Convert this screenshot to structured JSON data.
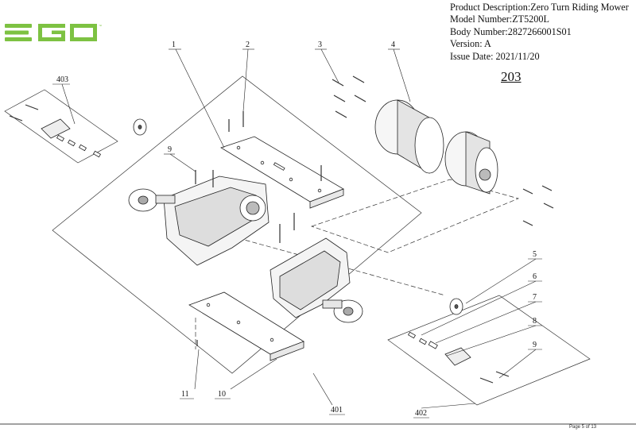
{
  "header": {
    "product_description": "Product Description:Zero Turn Riding Mower",
    "model_number": "Model Number:ZT5200L",
    "body_number": "Body Number:2827266001S01",
    "version": "Version: A",
    "issue_date": "Issue Date: 2021/11/20"
  },
  "brand": {
    "logo_text": "EGO",
    "color": "#7dc242"
  },
  "section_number": "203",
  "callouts": {
    "c1": "1",
    "c2": "2",
    "c3": "3",
    "c4": "4",
    "c5": "5",
    "c6": "6",
    "c7": "7",
    "c8": "8",
    "c9a": "9",
    "c9b": "9",
    "c10": "10",
    "c11": "11",
    "c401": "401",
    "c402": "402",
    "c403": "403"
  },
  "footer": {
    "page": "Page 5 of 13"
  }
}
